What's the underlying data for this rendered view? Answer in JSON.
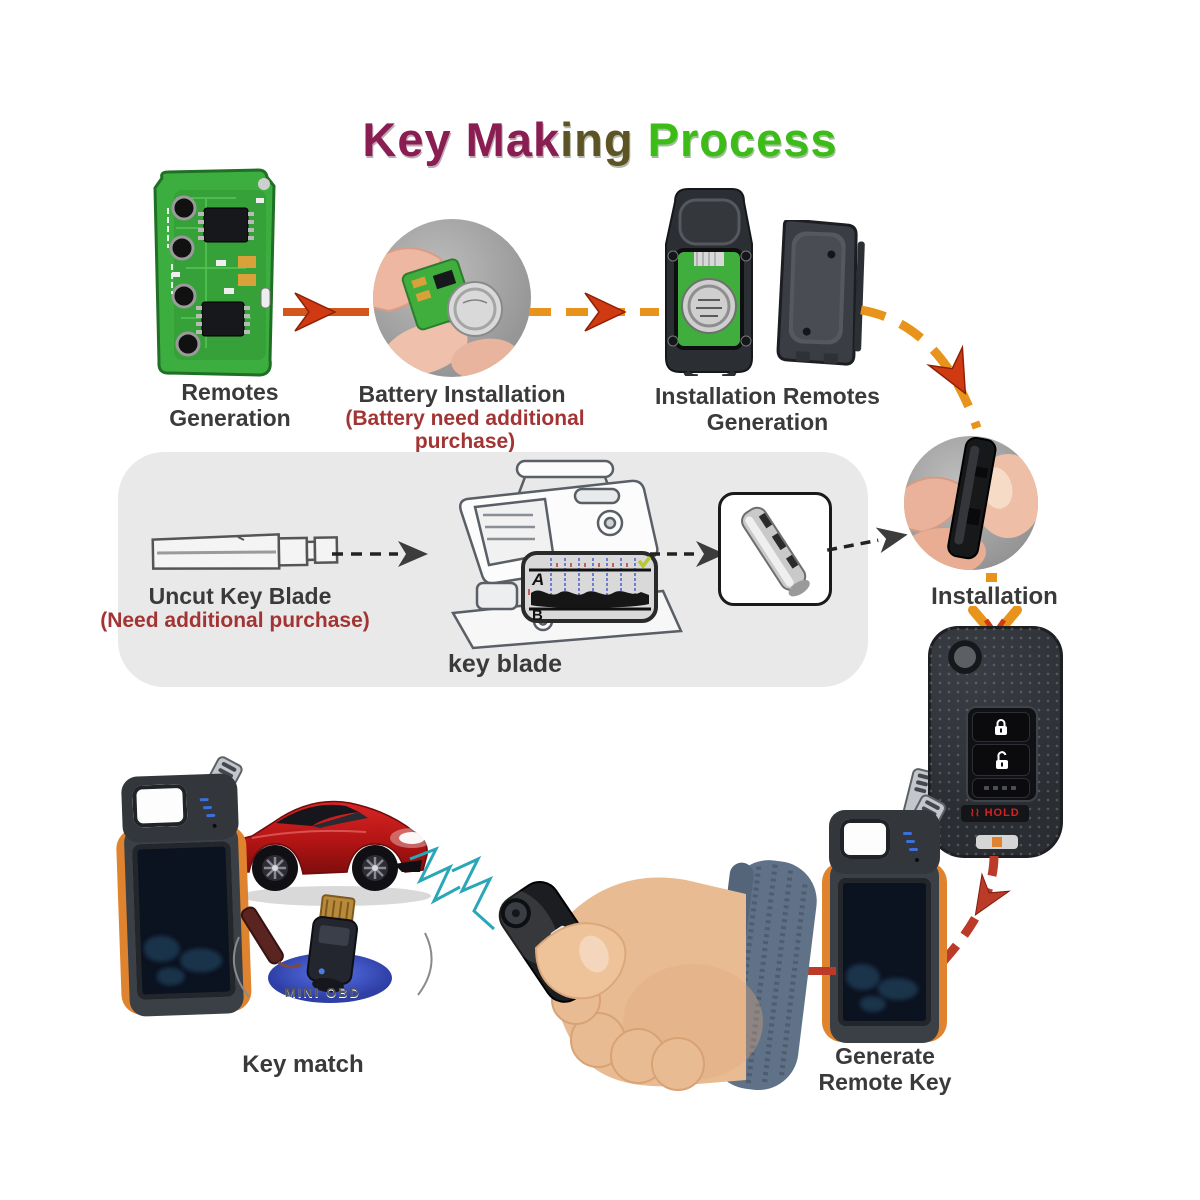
{
  "title": {
    "full": "Key Making Process",
    "part_purple": "Key Mak",
    "part_blend": "ing",
    "part_green": " Process"
  },
  "steps": {
    "remotes": {
      "line1": "Remotes",
      "line2": "Generation"
    },
    "battery": {
      "label": "Battery Installation",
      "note": "(Battery need additional purchase)"
    },
    "shell": {
      "line1": "Installation Remotes",
      "line2": "Generation"
    },
    "uncut": {
      "label": "Uncut Key  Blade",
      "note": "(Need additional purchase)"
    },
    "keyblade": {
      "label": "key blade"
    },
    "installation": {
      "label": "Installation"
    },
    "generate": {
      "line1": "Generate",
      "line2": "Remote Key"
    },
    "keymatch": {
      "label": "Key match"
    }
  },
  "bitting_chart": {
    "row_a": "A",
    "row_b": "B"
  },
  "remote_key": {
    "hold": "HOLD"
  },
  "obd": {
    "label": "MINI OBD"
  },
  "colors": {
    "title_purple": "#8a1d52",
    "title_green": "#3cbc16",
    "arrow_orange": "#e8931c",
    "arrow_red": "#c63c20",
    "note_red": "#a33434",
    "caption_gray": "#3a3a3a",
    "panel_gray": "#e9e9e9",
    "device_orange": "#e0832f",
    "signal_teal": "#29a7b8",
    "pcb_green": "#3cae3f"
  }
}
